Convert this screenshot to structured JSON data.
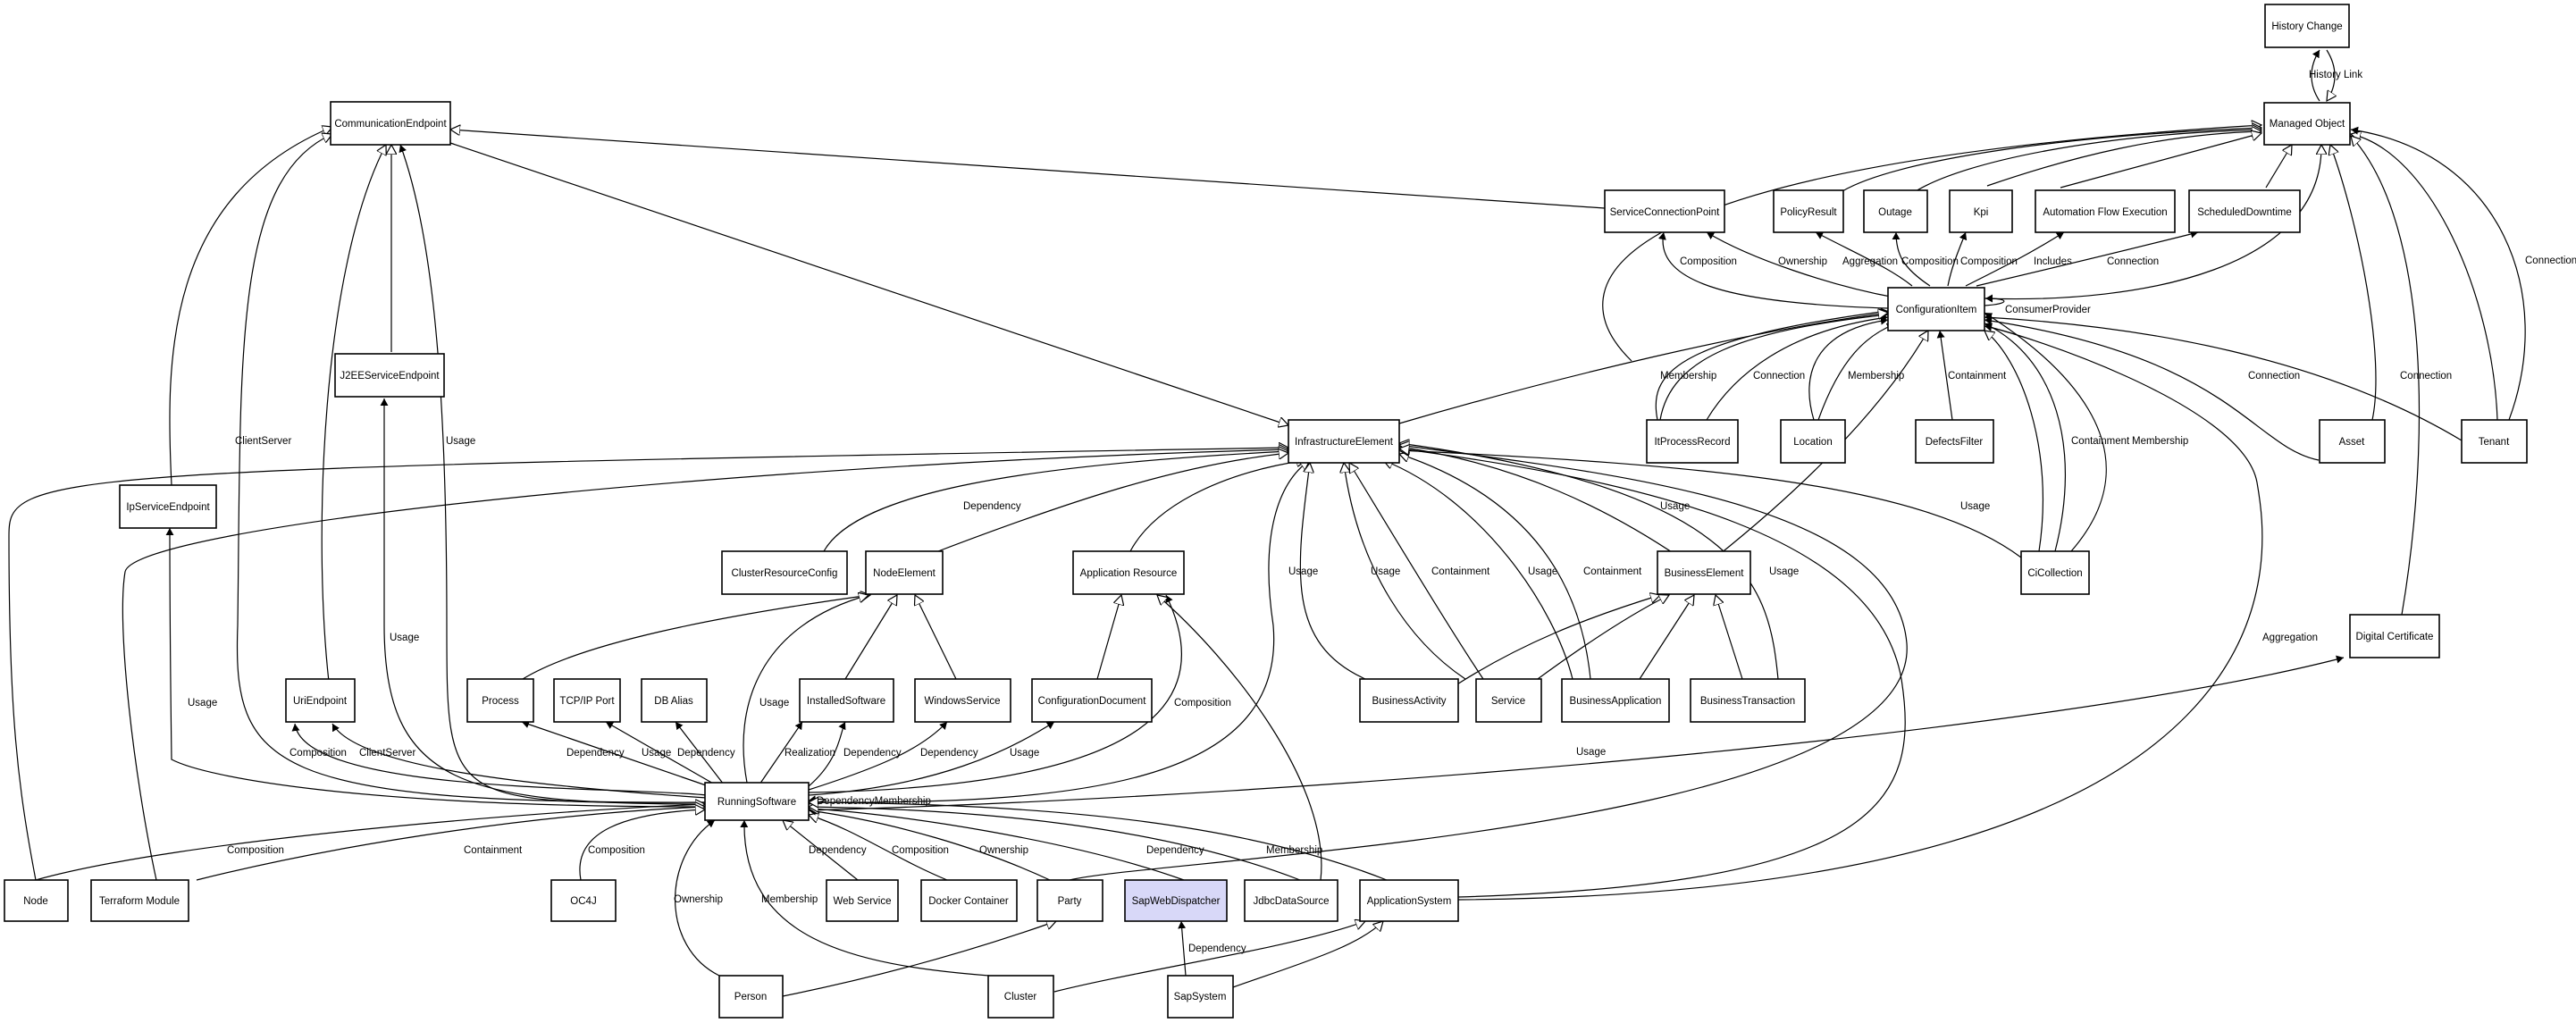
{
  "diagram": {
    "nodes": {
      "history_change": "History Change",
      "managed_object": "Managed Object",
      "communication_endpoint": "CommunicationEndpoint",
      "service_connection_point": "ServiceConnectionPoint",
      "policy_result": "PolicyResult",
      "outage": "Outage",
      "kpi": "Kpi",
      "automation_flow_execution": "Automation Flow Execution",
      "scheduled_downtime": "ScheduledDowntime",
      "configuration_item": "ConfigurationItem",
      "j2ee_service_endpoint": "J2EEServiceEndpoint",
      "infrastructure_element": "InfrastructureElement",
      "it_process_record": "ItProcessRecord",
      "location": "Location",
      "defects_filter": "DefectsFilter",
      "asset": "Asset",
      "tenant": "Tenant",
      "ip_service_endpoint": "IpServiceEndpoint",
      "cluster_resource_config": "ClusterResourceConfig",
      "node_element": "NodeElement",
      "application_resource": "Application Resource",
      "business_element": "BusinessElement",
      "ci_collection": "CiCollection",
      "digital_certificate": "Digital Certificate",
      "uri_endpoint": "UriEndpoint",
      "process": "Process",
      "tcp_ip_port": "TCP/IP Port",
      "db_alias": "DB Alias",
      "installed_software": "InstalledSoftware",
      "windows_service": "WindowsService",
      "configuration_document": "ConfigurationDocument",
      "business_activity": "BusinessActivity",
      "service": "Service",
      "business_application": "BusinessApplication",
      "business_transaction": "BusinessTransaction",
      "running_software": "RunningSoftware",
      "node": "Node",
      "terraform_module": "Terraform Module",
      "oc4j": "OC4J",
      "web_service": "Web Service",
      "docker_container": "Docker Container",
      "party": "Party",
      "sap_web_dispatcher": "SapWebDispatcher",
      "jdbc_data_source": "JdbcDataSource",
      "application_system": "ApplicationSystem",
      "person": "Person",
      "cluster": "Cluster",
      "sap_system": "SapSystem"
    },
    "edge_labels": {
      "history_link": "History Link",
      "composition_scp": "Composition",
      "ownership_scp": "Ownership",
      "aggregation_policy": "Aggregation",
      "composition_outage": "Composition",
      "composition_kpi": "Composition",
      "includes_afe": "Includes",
      "connection_sd": "Connection",
      "consumer_provider": "ConsumerProvider",
      "membership_ipr": "Membership",
      "connection_ipr": "Connection",
      "membership_loc": "Membership",
      "containment_df": "Containment",
      "connection_asset": "Connection",
      "connection_tenant": "Connection",
      "connection_tenant_mo": "Connection",
      "containment_cic": "Containment",
      "membership_cic": "Membership",
      "client_server_left": "ClientServer",
      "usage_ce": "Usage",
      "dependency_crc": "Dependency",
      "usage_j2ee": "Usage",
      "usage_ip": "Usage",
      "usage_ba_ie": "Usage",
      "usage_svc_ie": "Usage",
      "containment_svc_ie": "Containment",
      "usage_bapp_ie": "Usage",
      "containment_bapp_ie": "Containment",
      "usage_be_ie": "Usage",
      "usage_bt_ie": "Usage",
      "usage_cic_ie": "Usage",
      "aggregation_as_ci": "Aggregation",
      "usage_rs_ne": "Usage",
      "composition_rs_ar": "Composition",
      "composition_uri": "Composition",
      "client_server_uri": "ClientServer",
      "dependency_proc": "Dependency",
      "usage_tcp": "Usage",
      "dependency_db": "Dependency",
      "realization_is": "Realization",
      "dependency_is": "Dependency",
      "dependency_ws": "Dependency",
      "usage_cd": "Usage",
      "usage_dc": "Usage",
      "dependency_membership": "DependencyMembership",
      "composition_node": "Composition",
      "containment_tm": "Containment",
      "composition_oc4j": "Composition",
      "ownership_person": "Ownership",
      "membership_cluster": "Membership",
      "dependency_websvc": "Dependency",
      "composition_docker": "Composition",
      "ownership_party": "Ownership",
      "dependency_jdbc": "Dependency",
      "membership_as": "Membership",
      "dependency_sap": "Dependency"
    }
  }
}
